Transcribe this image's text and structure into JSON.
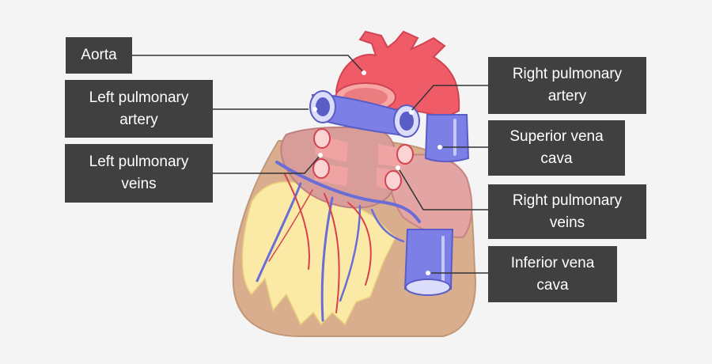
{
  "labels": {
    "aorta": [
      "Aorta"
    ],
    "left_pulmonary_artery": [
      "Left pulmonary",
      "artery"
    ],
    "left_pulmonary_veins": [
      "Left pulmonary",
      "veins"
    ],
    "right_pulmonary_artery": [
      "Right pulmonary",
      "artery"
    ],
    "superior_vena_cava": [
      "Superior vena",
      "cava"
    ],
    "right_pulmonary_veins": [
      "Right pulmonary",
      "veins"
    ],
    "inferior_vena_cava": [
      "Inferior vena",
      "cava"
    ]
  },
  "colors": {
    "background": "#f4f4f4",
    "label_box": "#404040",
    "label_text": "#ffffff",
    "artery_red": "#ef5b67",
    "vein_blue": "#7c7fe6",
    "heart_muscle": "#d8ae8e",
    "atrium_pink": "#e3a4a4",
    "fat_yellow": "#fbe9a6",
    "leader_line": "#333333"
  }
}
